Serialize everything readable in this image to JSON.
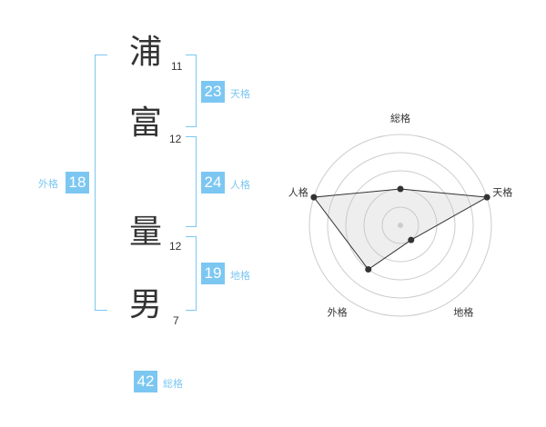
{
  "name_chars": [
    {
      "char": "浦",
      "strokes": "11"
    },
    {
      "char": "富",
      "strokes": "12"
    },
    {
      "char": "量",
      "strokes": "12"
    },
    {
      "char": "男",
      "strokes": "7"
    }
  ],
  "kaku": {
    "tenkaku": {
      "value": "23",
      "label": "天格"
    },
    "jinkaku": {
      "value": "24",
      "label": "人格"
    },
    "chikaku": {
      "value": "19",
      "label": "地格"
    },
    "gaikaku": {
      "value": "18",
      "label": "外格"
    },
    "soukaku": {
      "value": "42",
      "label": "総格"
    }
  },
  "colors": {
    "accent": "#7cc7f2",
    "text": "#333333",
    "grid": "#cccccc"
  },
  "chart_data": {
    "type": "radar",
    "axes": [
      "総格",
      "天格",
      "地格",
      "外格",
      "人格"
    ],
    "values": [
      2,
      5,
      1,
      3,
      5
    ],
    "max": 5,
    "rings": 5,
    "grid": true
  }
}
